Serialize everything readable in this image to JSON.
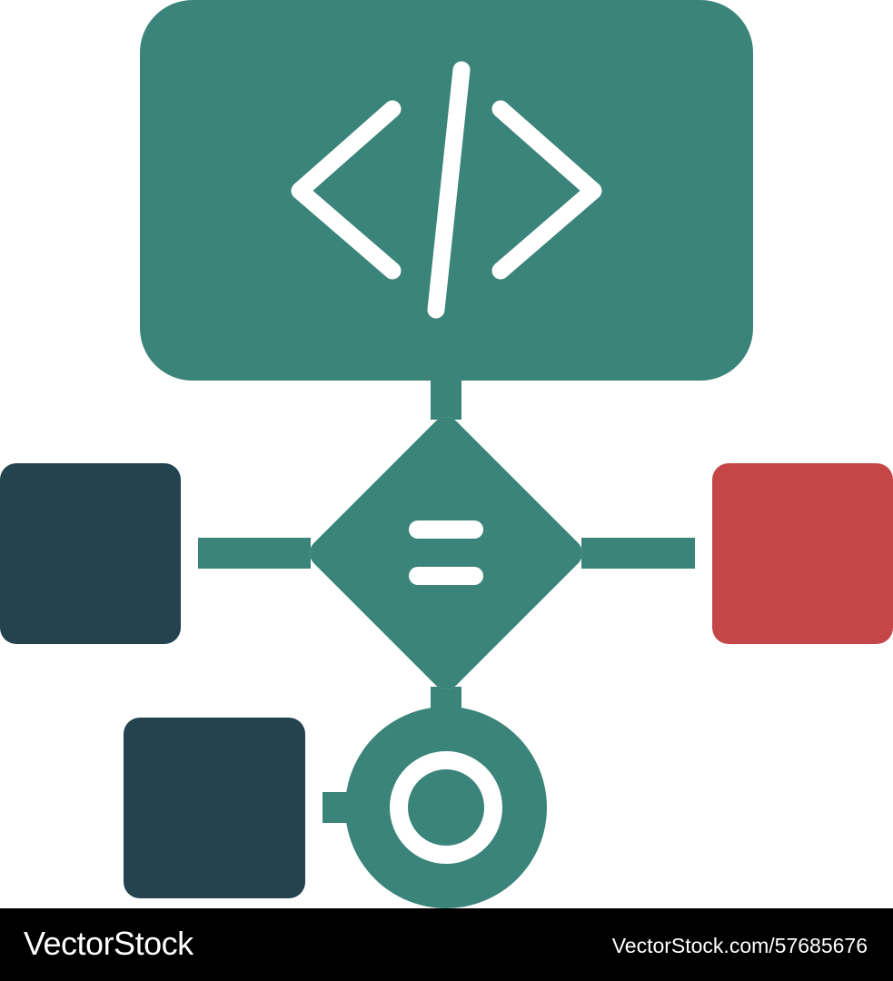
{
  "colors": {
    "teal": "#3a8479",
    "navy": "#23434f",
    "red": "#c44646",
    "white": "#ffffff",
    "footer_bg": "#000000"
  },
  "nodes": [
    {
      "name": "code-block",
      "shape": "rounded-rectangle",
      "icon": "code-brackets-icon"
    },
    {
      "name": "decision-node",
      "shape": "diamond",
      "icon": "equals-icon"
    },
    {
      "name": "left-process-box",
      "shape": "rounded-square"
    },
    {
      "name": "right-process-box",
      "shape": "rounded-square"
    },
    {
      "name": "terminal-node",
      "shape": "circle",
      "icon": "ring-icon"
    },
    {
      "name": "bottom-left-process-box",
      "shape": "rounded-square"
    }
  ],
  "footer": {
    "brand": "VectorStock",
    "image_id": "VectorStock.com/57685676"
  }
}
